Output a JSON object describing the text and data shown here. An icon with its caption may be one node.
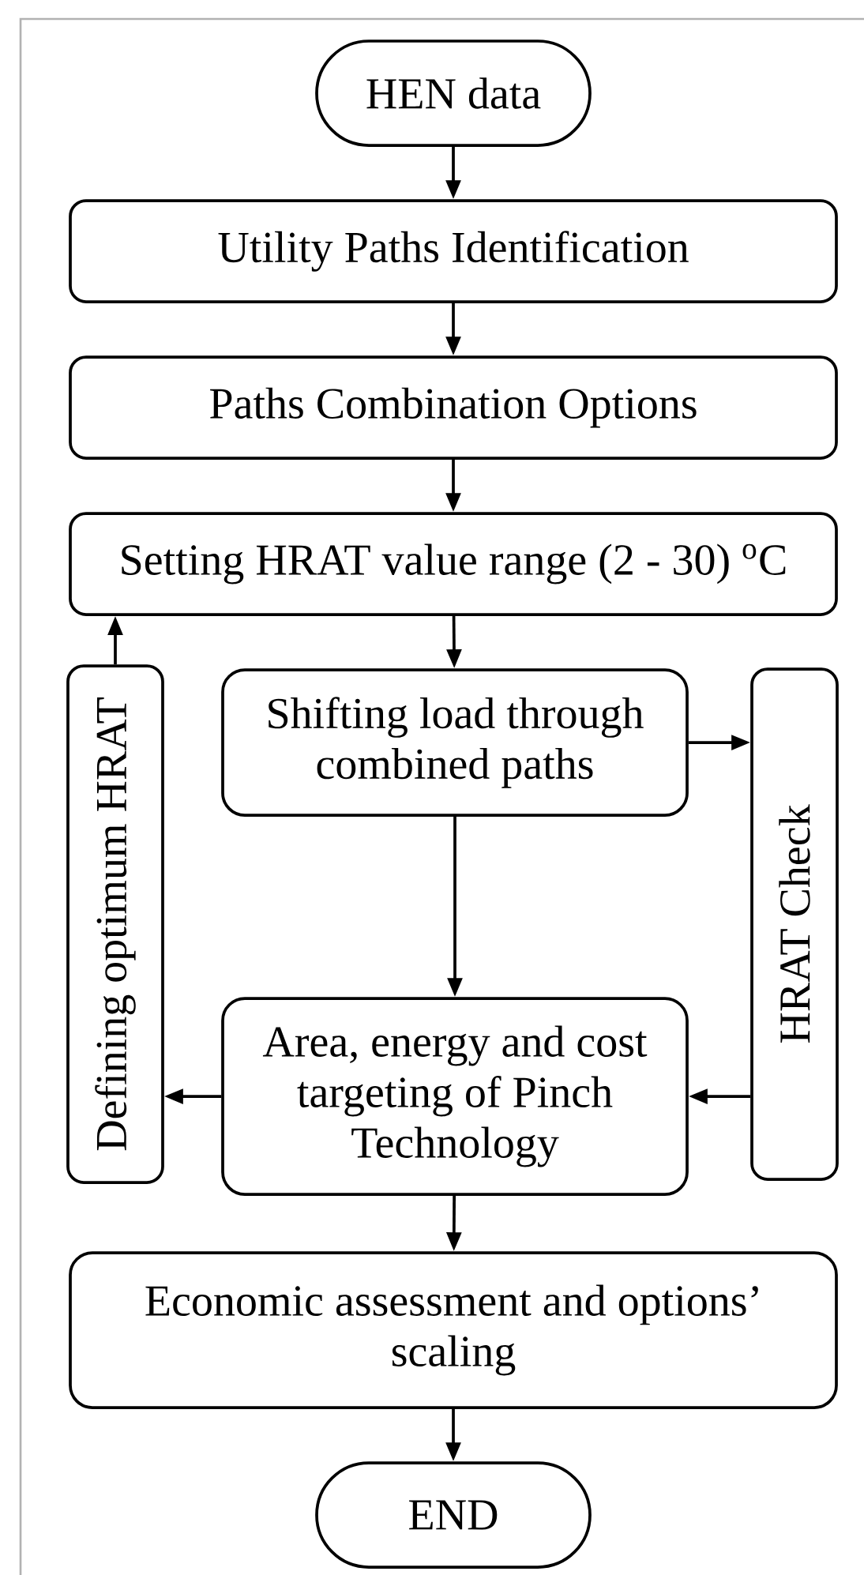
{
  "diagram": {
    "nodes": [
      {
        "text": [
          "HEN data"
        ]
      },
      {
        "text": [
          "Utility Paths Identification"
        ]
      },
      {
        "text": [
          "Paths Combination Options"
        ]
      },
      {
        "text": [
          "Setting HRAT value range (2 - 30) $^{o}$C"
        ]
      },
      {
        "text": [
          "Defining optimum HRAT"
        ]
      },
      {
        "text": [
          "Shifting load through combined paths"
        ]
      },
      {
        "text": [
          "HRAT Check"
        ]
      },
      {
        "text": [
          "Area, energy and cost targeting of Pinch Technology"
        ]
      },
      {
        "text": [
          "Economic assessment and options’ scaling"
        ]
      },
      {
        "text": [
          "END"
        ]
      }
    ],
    "edges": [
      {
        "from": 0,
        "to": 1,
        "arrow": "to"
      },
      {
        "from": 1,
        "to": 2,
        "arrow": "to"
      },
      {
        "from": 2,
        "to": 3,
        "arrow": "to"
      },
      {
        "from": 3,
        "to": 5,
        "arrow": "to"
      },
      {
        "from": 5,
        "to": 6,
        "arrow": "to"
      },
      {
        "from": 5,
        "to": 7,
        "arrow": "to"
      },
      {
        "from": 6,
        "to": 7,
        "arrow": "to"
      },
      {
        "from": 7,
        "to": 4,
        "arrow": "to"
      },
      {
        "from": 4,
        "to": 3,
        "arrow": "to"
      },
      {
        "from": 7,
        "to": 8,
        "arrow": "to"
      },
      {
        "from": 8,
        "to": 9,
        "arrow": "to"
      }
    ]
  }
}
